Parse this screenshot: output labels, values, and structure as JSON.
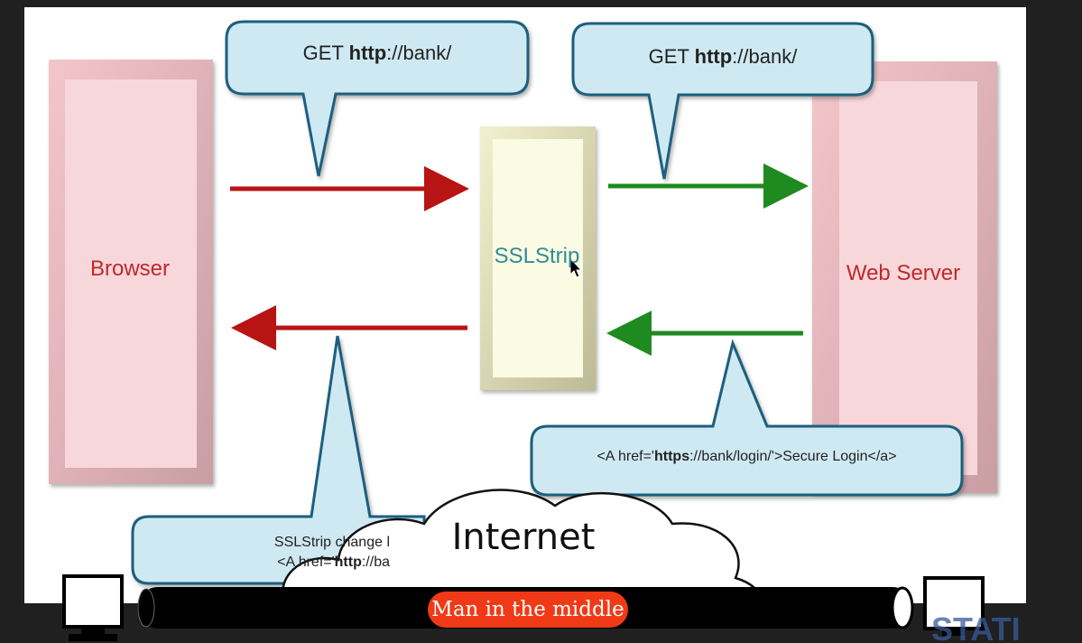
{
  "boxes": {
    "browser": "Browser",
    "sslstrip": "SSLStrip",
    "web_server": "Web Server"
  },
  "callouts": {
    "request_left": {
      "prefix": "GET ",
      "bold": "http",
      "suffix": "://bank/"
    },
    "request_right": {
      "prefix": "GET ",
      "bold": "http",
      "suffix": "://bank/"
    },
    "response_server": {
      "prefix": "<A href='",
      "bold": "https",
      "suffix": "://bank/login/'>Secure Login</a>"
    },
    "response_sslstrip": {
      "line1": "SSLStrip change l",
      "line2_prefix": "<A href='",
      "line2_bold": "http",
      "line2_suffix": "://ba"
    }
  },
  "overlay": {
    "cloud": "Internet",
    "tube_label": "Man in the middle",
    "corner_watermark": "STATI"
  },
  "colors": {
    "box_pink": "#f7d3d6",
    "box_cream": "#fbfae0",
    "arrow_red": "#b81414",
    "arrow_green": "#1f8a1f",
    "callout_fill": "#cfe9f2",
    "callout_stroke": "#1d5f7e",
    "browser_text": "#c0282c",
    "sslstrip_text": "#2f8d95",
    "tube_label_bg": "#f03a17"
  },
  "icons": [
    "monitor-icon-left",
    "monitor-icon-right",
    "mouse-cursor-icon"
  ]
}
